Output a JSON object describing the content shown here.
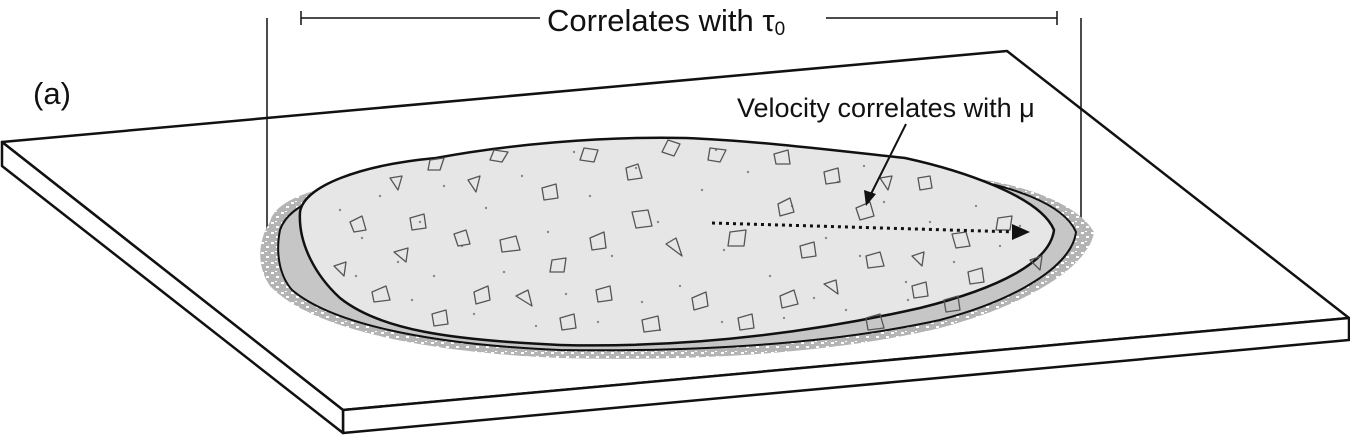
{
  "panel_label": "(a)",
  "dimension_label": "Correlates with τ",
  "dimension_subscript": "0",
  "arrow_label": "Velocity correlates with μ",
  "colors": {
    "outline": "#111111",
    "slab_face": "#ffffff",
    "puddle_fill": "#e6e6e7",
    "puddle_rim": "#c6c6c7",
    "splatter": "#b4b4b5",
    "grain_stroke": "#555555",
    "dot": "#888888"
  }
}
